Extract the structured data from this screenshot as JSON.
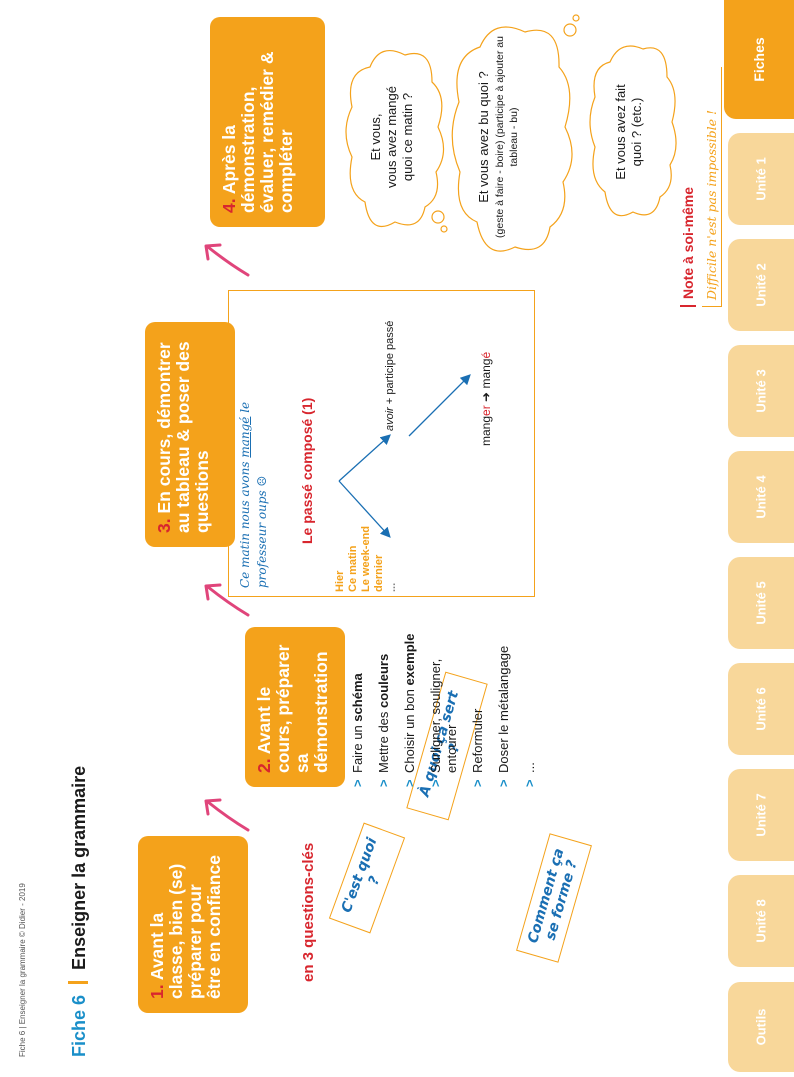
{
  "header": {
    "footer_line": "Fiche 6 | Enseigner la grammaire © Didier - 2019",
    "fiche_label": "Fiche 6",
    "title": "Enseigner la grammaire"
  },
  "steps": [
    {
      "num": "1.",
      "text": "Avant la classe, bien (se) préparer pour être en confiance"
    },
    {
      "num": "2.",
      "text": "Avant le cours, préparer sa démonstration"
    },
    {
      "num": "3.",
      "text": "En cours, démontrer au tableau & poser des questions"
    },
    {
      "num": "4.",
      "text": "Après la démonstration, évaluer, remédier & compléter"
    }
  ],
  "questions_title": "en 3 questions-clés",
  "questions": [
    "C'est quoi ?",
    "À quoi ça sert ?",
    "Comment ça se forme ?"
  ],
  "prep_list": [
    {
      "before": "Faire un ",
      "bold": "schéma",
      "after": ""
    },
    {
      "before": "Mettre des ",
      "bold": "couleurs",
      "after": ""
    },
    {
      "before": "Choisir un bon ",
      "bold": "exemple",
      "after": ""
    },
    {
      "before": "Surligner, souligner, entourer",
      "bold": "",
      "after": ""
    },
    {
      "before": "Reformuler",
      "bold": "",
      "after": ""
    },
    {
      "before": "Doser le métalangage",
      "bold": "",
      "after": ""
    },
    {
      "before": "...",
      "bold": "",
      "after": ""
    }
  ],
  "board": {
    "handwritten_line1_before": "Ce matin nous avons ",
    "handwritten_underlined": "mangé",
    "handwritten_line1_after": " le",
    "handwritten_line2": "professeur oups ☹",
    "title": "Le passé composé (1)",
    "time_markers": [
      "Hier",
      "Ce matin",
      "Le week-end",
      "dernier",
      "..."
    ],
    "rule_avoir": "avoir",
    "rule_rest": " + participe passé",
    "verb_stem": "mang",
    "verb_ending": "er",
    "arrow": "➜",
    "participle_stem": "mang",
    "participle_ending": "é"
  },
  "clouds": [
    {
      "line1": "Et vous,",
      "line2": "vous avez mangé",
      "line3": "quoi ce matin ?",
      "small": ""
    },
    {
      "line1": "Et vous avez bu quoi ?",
      "line2": "",
      "line3": "",
      "small": "(geste à faire - boire) (participe à ajouter au tableau - bu)"
    },
    {
      "line1": "Et vous avez fait",
      "line2": "quoi ? (etc.)",
      "line3": "",
      "small": ""
    }
  ],
  "note": {
    "title": "Note à soi-même",
    "text": "Difficile n'est pas impossible !"
  },
  "tabs": [
    "Outils",
    "Unité 8",
    "Unité 7",
    "Unité 6",
    "Unité 5",
    "Unité 4",
    "Unité 3",
    "Unité 2",
    "Unité 1",
    "Fiches"
  ],
  "colors": {
    "orange": "#f4a21b",
    "red": "#d8262e",
    "blue": "#1a8fc9",
    "pink_arrow": "#e0457b",
    "tab_inactive": "#f8d79a",
    "tab_active": "#f4a21b"
  }
}
